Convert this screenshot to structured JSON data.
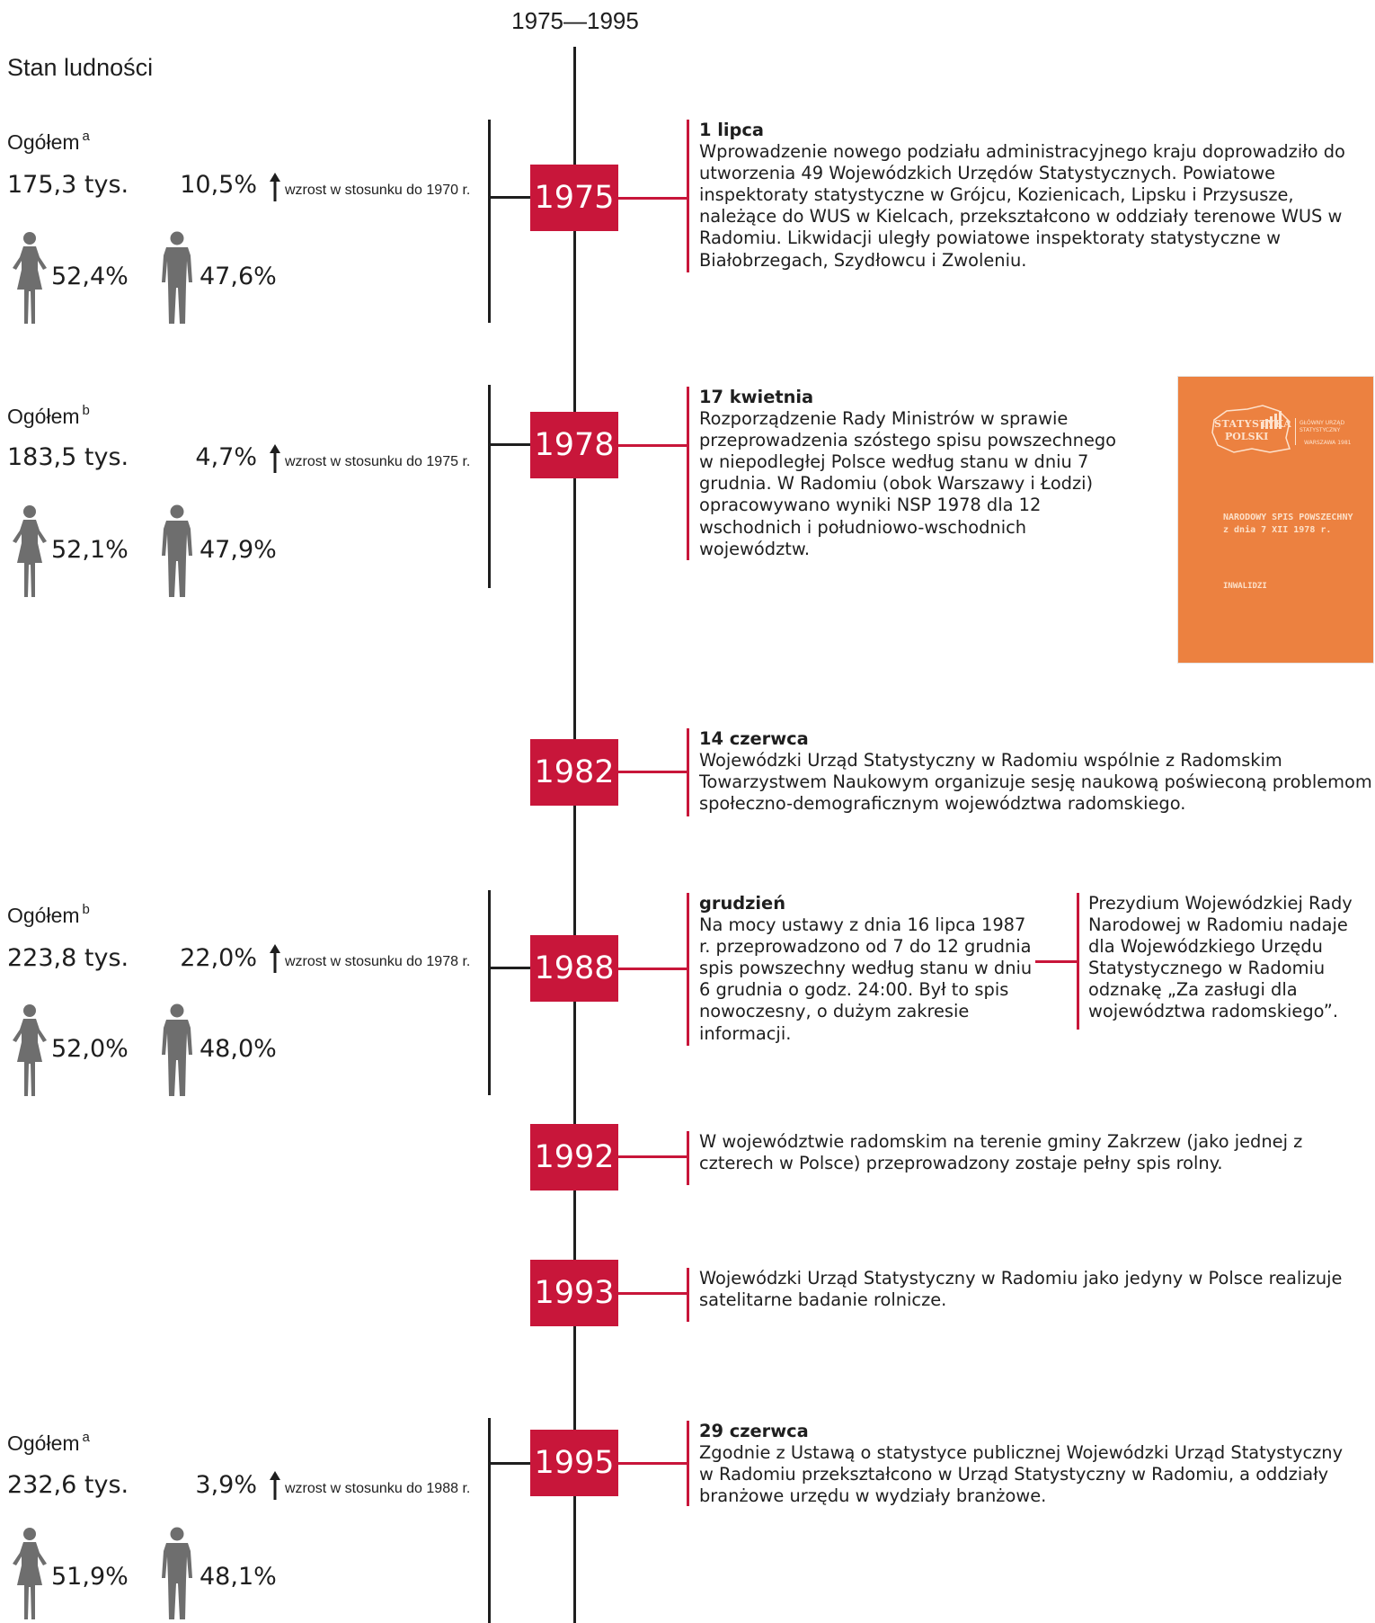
{
  "period": "1975—1995",
  "heading": "Stan ludności",
  "colors": {
    "accent": "#c8163a",
    "line": "#1e1e1e",
    "figure": "#6e6e6e",
    "cover": "#ec8140"
  },
  "population": [
    {
      "label": "Ogółem",
      "note": "a",
      "total": "175,3 tys.",
      "growth": "10,5%",
      "comparison": "wzrost w stosunku do 1970 r.",
      "female": "52,4%",
      "male": "47,6%"
    },
    {
      "label": "Ogółem",
      "note": "b",
      "total": "183,5 tys.",
      "growth": "4,7%",
      "comparison": "wzrost w stosunku do 1975 r.",
      "female": "52,1%",
      "male": "47,9%"
    },
    {
      "label": "Ogółem",
      "note": "b",
      "total": "223,8 tys.",
      "growth": "22,0%",
      "comparison": "wzrost w stosunku do 1978 r.",
      "female": "52,0%",
      "male": "48,0%"
    },
    {
      "label": "Ogółem",
      "note": "a",
      "total": "232,6 tys.",
      "growth": "3,9%",
      "comparison": "wzrost w stosunku do 1988 r.",
      "female": "51,9%",
      "male": "48,1%"
    }
  ],
  "years": [
    "1975",
    "1978",
    "1982",
    "1988",
    "1992",
    "1993",
    "1995"
  ],
  "events": [
    {
      "title": "1 lipca",
      "text": "Wprowadzenie nowego podziału administracyjnego kraju doprowadziło do utworzenia 49 Wojewódzkich Urzędów Statystycznych. Powiatowe inspektoraty statystyczne w Grójcu, Kozienicach, Lipsku i Przysusze, należące do WUS w Kielcach, przekształcono w oddziały terenowe WUS w Radomiu. Likwidacji uległy powiatowe inspektoraty statystyczne w Białobrzegach, Szydłowcu i Zwoleniu."
    },
    {
      "title": "17 kwietnia",
      "text": "Rozporządzenie Rady Ministrów w sprawie przeprowadzenia szóstego spisu powszechnego w niepodległej Polsce według stanu w dniu 7 grudnia. W Radomiu (obok Warszawy i Łodzi) opracowywano wyniki  NSP 1978 dla 12 wschodnich i południowo-wschodnich województw."
    },
    {
      "title": "14 czerwca",
      "text": "Wojewódzki Urząd Statystyczny w Radomiu wspólnie z Radomskim Towarzystwem Naukowym organizuje sesję naukową poświeconą problemom społeczno-demograficznym województwa radomskiego."
    },
    {
      "title": "grudzień",
      "text": "Na mocy ustawy z dnia 16 lipca 1987 r. przeprowadzono od 7 do 12 grudnia spis powszechny według stanu w dniu 6 grudnia o godz. 24:00. Był to spis nowoczesny, o dużym zakresie informacji.",
      "side_text": "Prezydium Wojewódzkiej Rady Narodowej w Radomiu nadaje dla Wojewódzkiego Urzędu Statystycznego w Radomiu odznakę „Za zasługi dla województwa radomskiego”."
    },
    {
      "title": "",
      "text": "W województwie radomskim na terenie gminy Zakrzew (jako jednej z czterech w Polsce) przeprowadzony zostaje pełny spis rolny."
    },
    {
      "title": "",
      "text": "Wojewódzki Urząd Statystyczny w Radomiu jako jedyny w Polsce realizuje satelitarne badanie rolnicze."
    },
    {
      "title": "29 czerwca",
      "text": "Zgodnie z Ustawą o statystyce publicznej Wojewódzki Urząd Statystyczny w Radomiu przekształcono w Urząd Statystyczny w Radomiu, a oddziały branżowe urzędu w wydziały branżowe."
    }
  ],
  "cover": {
    "brand_line1": "STATYSTYKA",
    "brand_line2": "POLSKI",
    "office": "GŁÓWNY URZĄD STATYSTYCZNY",
    "place": "WARSZAWA 1981",
    "title_line1": "NARODOWY SPIS POWSZECHNY",
    "title_line2": "z dnia 7 XII 1978 r.",
    "subject": "INWALIDZI"
  }
}
